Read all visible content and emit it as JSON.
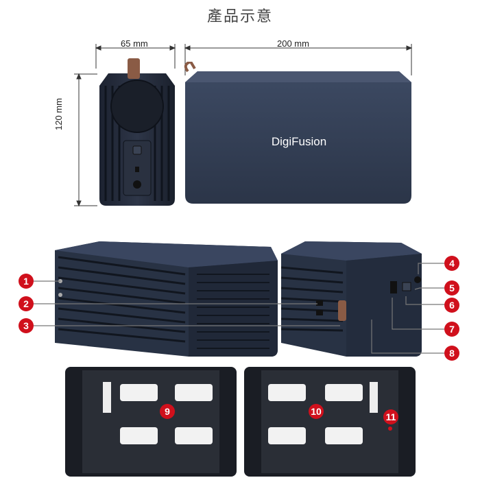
{
  "title": "產品示意",
  "dimensions": {
    "width_label": "65 mm",
    "length_label": "200 mm",
    "height_label": "120 mm"
  },
  "brand": "DigiFusion",
  "callouts": [
    "1",
    "2",
    "3",
    "4",
    "5",
    "6",
    "7",
    "8",
    "9",
    "10",
    "11"
  ],
  "colors": {
    "accent": "#d0101c",
    "body": "#2f3a4f",
    "line": "#555555"
  }
}
